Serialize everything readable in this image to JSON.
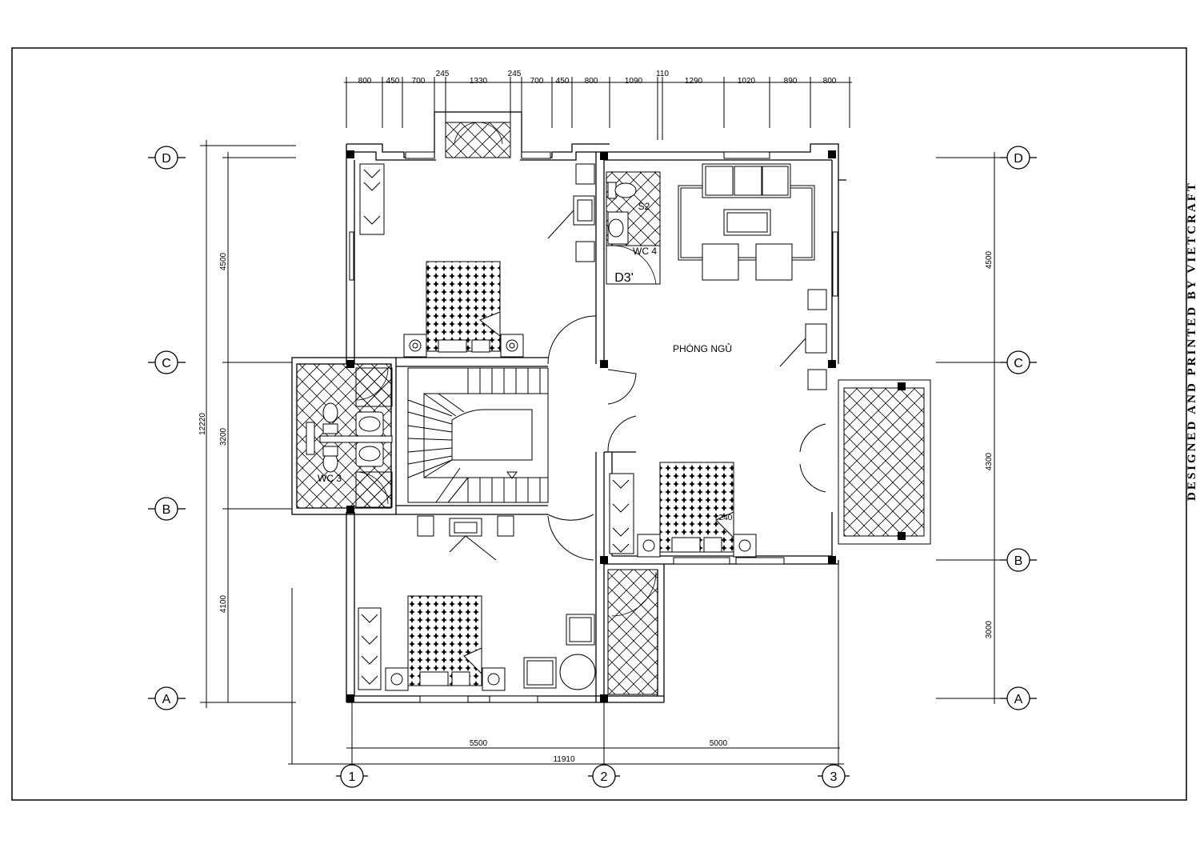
{
  "drawing": {
    "credit": "DESIGNED AND PRINTED BY VIETCRAFT"
  },
  "dimensions": {
    "top": [
      "800",
      "450",
      "700",
      "245",
      "1330",
      "245",
      "700",
      "450",
      "800",
      "1090",
      "110",
      "1290",
      "1020",
      "890",
      "800"
    ],
    "bottom_5500": "5500",
    "bottom_5000": "5000",
    "bottom_total": "11910",
    "left_4500": "4500",
    "left_3200": "3200",
    "left_4100": "4100",
    "left_total": "12220",
    "right_4500": "4500",
    "right_4300": "4300",
    "right_3000": "3000",
    "detail_240": "240"
  },
  "axes": {
    "left": [
      "D",
      "C",
      "B",
      "A"
    ],
    "right": [
      "D",
      "C",
      "B",
      "A"
    ],
    "bottom": [
      "1",
      "2",
      "3"
    ]
  },
  "labels": {
    "room_bedroom": "PHÒNG NGỦ",
    "wc3": "WC 3",
    "wc4": "WC 4",
    "s2": "S2",
    "d3": "D3'"
  }
}
